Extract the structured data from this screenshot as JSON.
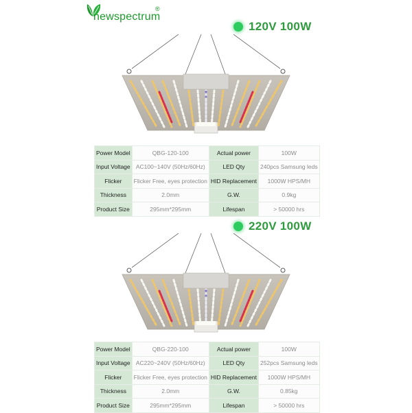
{
  "brand": {
    "name": "newspectrum",
    "registered_mark": "®",
    "brand_color": "#1c9a2c",
    "icon": "leaf-icon"
  },
  "products": [
    {
      "title": "120V 100W",
      "title_icon": "green-dot-icon",
      "specs": [
        {
          "label_left": "Power Model",
          "value_left": "QBG-120-100",
          "label_right": "Actual power",
          "value_right": "100W"
        },
        {
          "label_left": "Input Voltage",
          "value_left": "AC100~140V (50Hz/60Hz)",
          "label_right": "LED Qty",
          "value_right": "240pcs Samsung leds"
        },
        {
          "label_left": "Flicker",
          "value_left": "Flicker Free, eyes protection",
          "label_right": "HID Replacement",
          "value_right": "1000W HPS/MH"
        },
        {
          "label_left": "Thickness",
          "value_left": "2.0mm",
          "label_right": "G.W.",
          "value_right": "0.9kg"
        },
        {
          "label_left": "Product Size",
          "value_left": "295mm*295mm",
          "label_right": "Lifespan",
          "value_right": "> 50000 hrs"
        }
      ]
    },
    {
      "title": "220V 100W",
      "title_icon": "green-dot-icon",
      "specs": [
        {
          "label_left": "Power Model",
          "value_left": "QBG-220-100",
          "label_right": "Actual power",
          "value_right": "100W"
        },
        {
          "label_left": "Input Voltage",
          "value_left": "AC220~240V (50Hz/60Hz)",
          "label_right": "LED Qty",
          "value_right": "252pcs Samsung leds"
        },
        {
          "label_left": "Flicker",
          "value_left": "Flicker Free, eyes protection",
          "label_right": "HID Replacement",
          "value_right": "1000W HPS/MH"
        },
        {
          "label_left": "Thickness",
          "value_left": "2.0mm",
          "label_right": "G.W.",
          "value_right": "0.85kg"
        },
        {
          "label_left": "Product Size",
          "value_left": "295mm*295mm",
          "label_right": "Lifespan",
          "value_right": "> 50000 hrs"
        }
      ]
    }
  ],
  "colors": {
    "title_green": "#2f9a3e",
    "dot_green": "#2ecc5f",
    "label_bg": "#d4e8d5",
    "value_text": "#8a8a8a"
  }
}
